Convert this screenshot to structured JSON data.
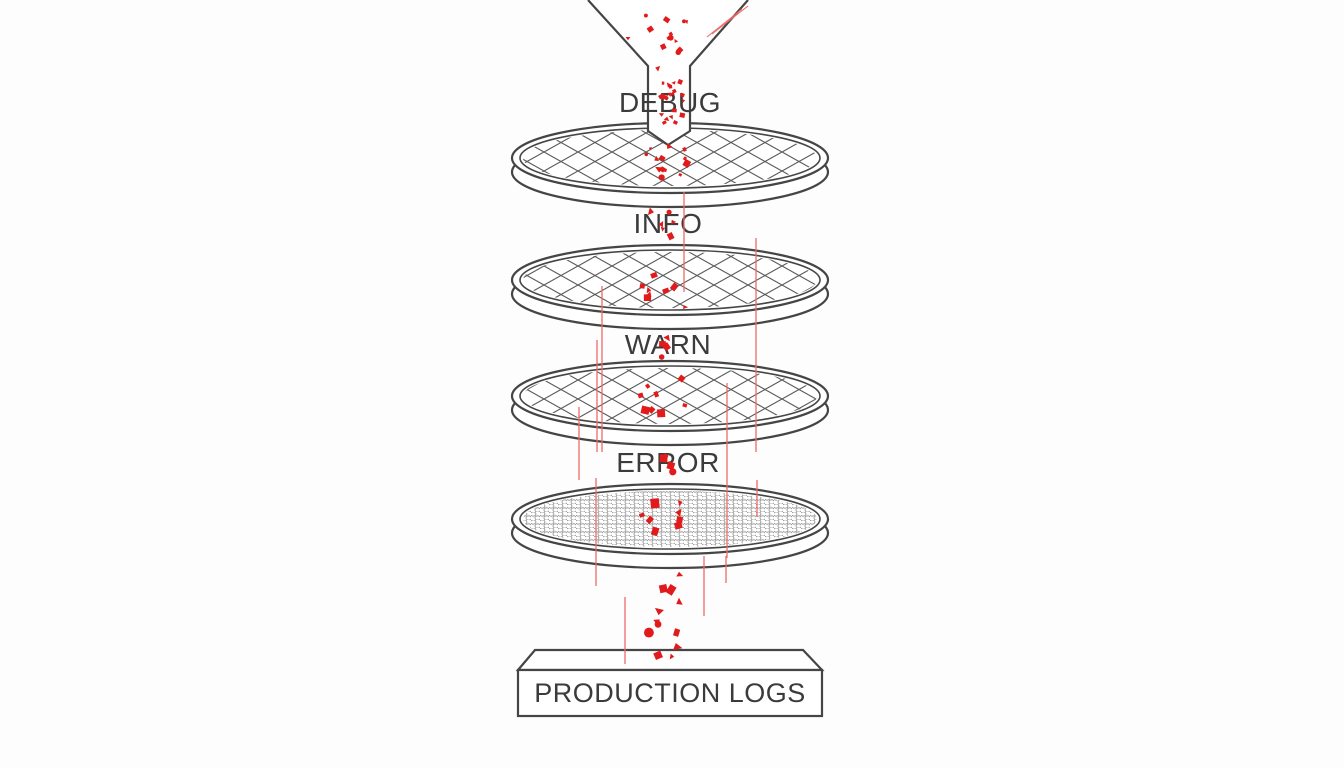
{
  "diagram": {
    "levels": [
      {
        "label": "DEBUG"
      },
      {
        "label": "INFO"
      },
      {
        "label": "WARN"
      },
      {
        "label": "ERROR"
      }
    ],
    "output_label": "PRODUCTION LOGS",
    "colors": {
      "line": "#454545",
      "mesh": "#5a5a5a",
      "fine_mesh": "#8a8a8a",
      "text": "#3b3b3b",
      "particle": "#e11b1b",
      "streak": "#ef6a6a",
      "background": "#fdfdfd"
    }
  }
}
